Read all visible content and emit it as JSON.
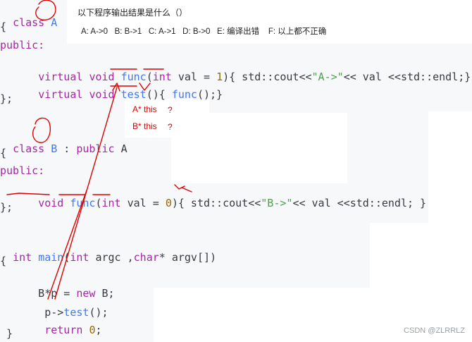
{
  "code": {
    "l1": [
      "class",
      " ",
      "A"
    ],
    "l2": "{",
    "l3": "public:",
    "l4": [
      "    ",
      "virtual",
      " ",
      "void",
      " ",
      "func",
      "(",
      "int",
      " val = ",
      "1",
      "){ std::cout<<",
      "\"A->\"",
      "<< val <<std::endl;}"
    ],
    "l5": [
      "    ",
      "virtual",
      " ",
      "void",
      " ",
      "test",
      "(){ ",
      "func",
      "();}"
    ],
    "l6": "};",
    "l8": [
      "class",
      " ",
      "B",
      " : ",
      "public",
      " A"
    ],
    "l9": "{",
    "l10": "public:",
    "l11": [
      "    ",
      "void",
      " ",
      "func",
      "(",
      "int",
      " val = ",
      "0",
      "){ std::cout<<",
      "\"B->\"",
      "<< val <<std::endl; }"
    ],
    "l12": "};",
    "l14": [
      "int",
      " ",
      "main",
      "(",
      "int",
      " argc ,",
      "char",
      "* argv[])"
    ],
    "l15": "{",
    "l16": [
      "    B*p = ",
      "new",
      " B;"
    ],
    "l17": [
      "     p->",
      "test",
      "();"
    ],
    "l18": [
      "     ",
      "return",
      " ",
      "0",
      ";"
    ],
    "l19": " }"
  },
  "question": {
    "title": "以下程序输出结果是什么（）",
    "options": "A: A->0   B: B->1   C: A->1   D: B->0   E: 编译出错    F: 以上都不正确"
  },
  "annotations": {
    "a_this": "A* this",
    "b_this": "B* this",
    "q1": "?",
    "q2": "?"
  },
  "watermark": "CSDN @ZLRRLZ",
  "colors": {
    "ink": "#e00000",
    "keyword": "#a626a4",
    "function": "#4078f2",
    "number": "#986801",
    "string": "#50a14f"
  }
}
